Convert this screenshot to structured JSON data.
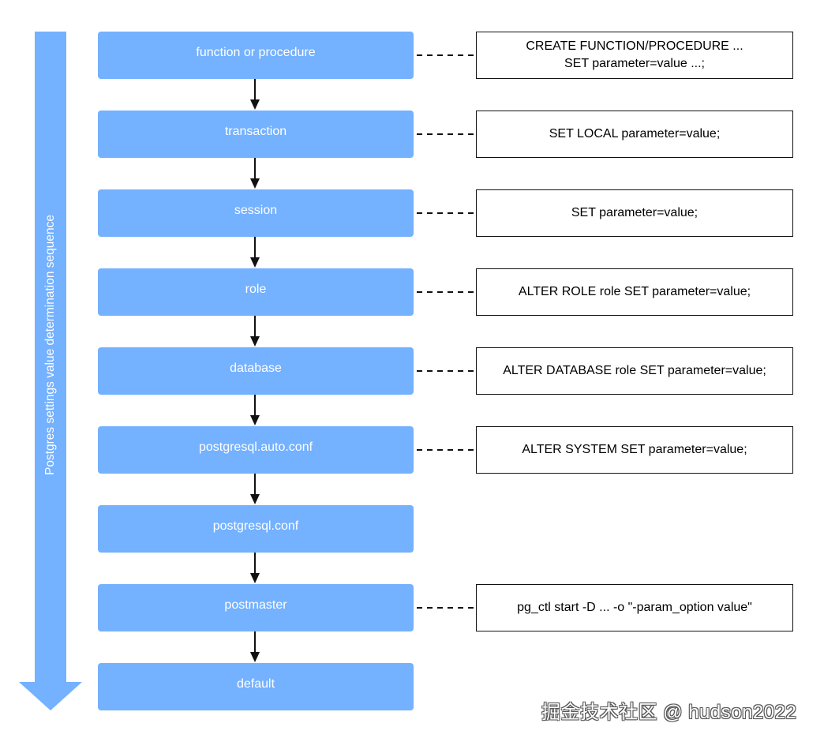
{
  "sequence_label": "Postgres settings value determination sequence",
  "stages": [
    {
      "name": "function-or-procedure",
      "label": "function or procedure",
      "commands": [
        "CREATE FUNCTION/PROCEDURE ...",
        "SET parameter=value ...;"
      ]
    },
    {
      "name": "transaction",
      "label": "transaction",
      "commands": [
        "SET LOCAL parameter=value;"
      ]
    },
    {
      "name": "session",
      "label": "session",
      "commands": [
        "SET parameter=value;"
      ]
    },
    {
      "name": "role",
      "label": "role",
      "commands": [
        "ALTER ROLE role SET parameter=value;"
      ]
    },
    {
      "name": "database",
      "label": "database",
      "commands": [
        "ALTER DATABASE role SET parameter=value;"
      ]
    },
    {
      "name": "postgresql-auto-conf",
      "label": "postgresql.auto.conf",
      "commands": [
        "ALTER SYSTEM SET parameter=value;"
      ]
    },
    {
      "name": "postgresql-conf",
      "label": "postgresql.conf",
      "commands": []
    },
    {
      "name": "postmaster",
      "label": "postmaster",
      "commands": [
        "pg_ctl start -D ... -o \"-param_option value\""
      ]
    },
    {
      "name": "default",
      "label": "default",
      "commands": []
    }
  ],
  "watermark": "掘金技术社区 @ hudson2022",
  "colors": {
    "stage_fill": "#74b1ff",
    "sequence_arrow": "#74b1ff",
    "connector": "#111111"
  }
}
